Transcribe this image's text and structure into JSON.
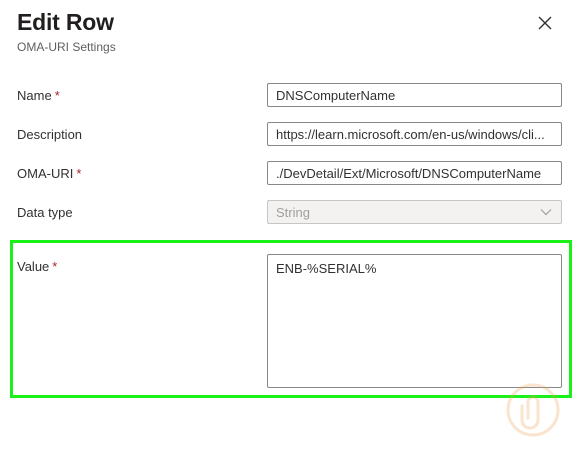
{
  "header": {
    "title": "Edit Row",
    "subtitle": "OMA-URI Settings",
    "close_icon": "close-icon"
  },
  "form": {
    "name": {
      "label": "Name",
      "required_mark": "*",
      "value": "DNSComputerName"
    },
    "description": {
      "label": "Description",
      "value": "https://learn.microsoft.com/en-us/windows/client-management/mdm/devdetail-csp",
      "display_value": "https://learn.microsoft.com/en-us/windows/cli..."
    },
    "oma_uri": {
      "label": "OMA-URI",
      "required_mark": "*",
      "value": "./DevDetail/Ext/Microsoft/DNSComputerName"
    },
    "data_type": {
      "label": "Data type",
      "value": "String",
      "disabled": true
    },
    "value": {
      "label": "Value",
      "required_mark": "*",
      "value": "ENB-%SERIAL%"
    }
  },
  "colors": {
    "required": "#a4262c",
    "highlight": "#19f119",
    "border": "#8a8886",
    "watermark": "#f0a050"
  }
}
